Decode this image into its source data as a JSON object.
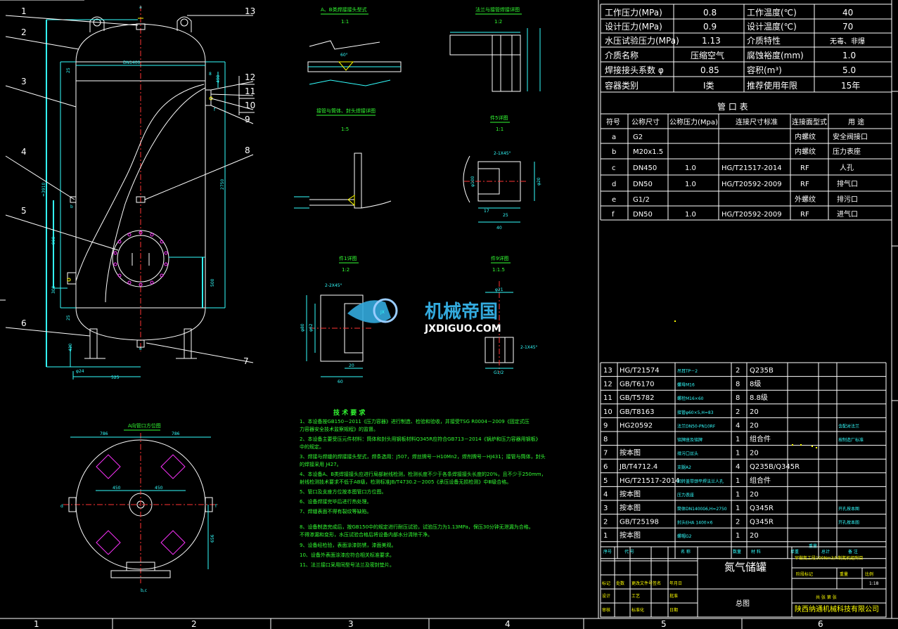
{
  "drawing": {
    "title": "氮气储罐",
    "subtitle": "总图",
    "company": "陕西纳通机械科技有限公司",
    "project": "罕做氮工段100Nm3/h制氮机组附目",
    "scale": "1:18",
    "watermark": {
      "cn": "机械帝国",
      "en": "JXDIGUO.COM"
    }
  },
  "border_numbers": [
    "1",
    "2",
    "3",
    "4",
    "5",
    "6"
  ],
  "main_view": {
    "callouts": [
      "1",
      "2",
      "3",
      "4",
      "5",
      "6",
      "7",
      "8",
      "9",
      "10",
      "11",
      "12",
      "13"
    ],
    "nozzle_letters": {
      "top": "a",
      "left": "b",
      "bottom": "e",
      "right": "f"
    },
    "dims": {
      "diameter": "DN1400",
      "total_height": "≈3910",
      "straight": "2750",
      "d900": "900",
      "d300": "300",
      "d25a": "25",
      "d25b": "25",
      "d490": "490",
      "d8": "8",
      "d500": "500",
      "d420": "420",
      "d24": "φ24",
      "d525": "525"
    }
  },
  "detail_views": [
    {
      "title": "A、B类焊接接头型式",
      "scale": "1:1",
      "note": "60°"
    },
    {
      "title": "法兰与接管焊接详图",
      "scale": "1:2"
    },
    {
      "title": "接管与筒体、封头焊接详图",
      "scale": "1:5"
    },
    {
      "title": "件5详图",
      "scale": "1:1",
      "note": "2-1X45°",
      "dims": [
        "17",
        "25",
        "40",
        "φ100",
        "φ20"
      ]
    },
    {
      "title": "件1详图",
      "scale": "1:2",
      "note": "2-2X45°",
      "dims": [
        "φ80",
        "φ62",
        "60",
        "20"
      ]
    },
    {
      "title": "件9详图",
      "scale": "1:1.5",
      "note": "2-1X45°",
      "dims": [
        "φ21",
        "G1/2"
      ]
    }
  ],
  "plan_view": {
    "title": "A向管口方位图",
    "dims": [
      "786",
      "786",
      "450",
      "450",
      "656"
    ],
    "labels": [
      "d",
      "f",
      "b,c"
    ]
  },
  "tech_requirements": {
    "title": "技 术 要 求",
    "items": [
      "1、本设备按GB150－2011《压力容器》进行制造、检验和验收，并接受TSG R0004－2009《固定式压",
      "力容器安全技术监察规程》的监督。",
      "2、本设备主要受压元件材料：筒体和封头用钢板材料Q345R应符合GB713－2014《锅炉和压力容器用钢板》",
      "中的规定。",
      "3、焊接与焊缝的焊接接头型式，焊条选用：J507，焊丝牌号－H10Mn2，焊剂牌号－HJ431；接管与筒体，封头",
      "的焊接采用 J427。",
      "4、本设备A、B类焊接接头应进行局部射线检测，检测长度不少于各条焊接接头长度的20%，且不少于250mm，",
      "射线检测技术要求不低于AB级，检测标准JB/T4730.2－2005《承压设备无损检测》中Ⅲ级合格。",
      "5、管口及支座方位按本图管口方位图。",
      "6、设备焊接完毕后进行热处理。",
      "7、焊缝表面不得有裂纹等缺陷。",
      "8、设备制造完成后，按GB150中的规定进行耐压试验，试验压力为1.13MPa，保压30分钟无泄漏为合格。",
      "不得渗漏和变形，水压试验合格后将设备内部水分清除干净。",
      "9、设备经检验，表面涂漆防锈，漆面美观。",
      "10、设备外表面涂漆应符合相关标准要求。",
      "11、法兰接口采用同型号法兰及密封垫片。"
    ]
  },
  "design_params": [
    [
      "工作压力(MPa)",
      "0.8",
      "工作温度(℃)",
      "40"
    ],
    [
      "设计压力(MPa)",
      "0.9",
      "设计温度(℃)",
      "70"
    ],
    [
      "水压试验压力(MPa)",
      "1.13",
      "介质特性",
      "无毒、非爆"
    ],
    [
      "介质名称",
      "压缩空气",
      "腐蚀裕度(mm)",
      "1.0"
    ],
    [
      "焊接接头系数 φ",
      "0.85",
      "容积(m³)",
      "5.0"
    ],
    [
      "容器类别",
      "Ⅰ类",
      "推荐使用年限",
      "15年"
    ]
  ],
  "nozzle_table": {
    "title": "管 口 表",
    "headers": [
      "符号",
      "公称尺寸",
      "公称压力(Mpa)",
      "连接尺寸标准",
      "连接面型式",
      "用 途"
    ],
    "rows": [
      [
        "a",
        "G2",
        "",
        "",
        "内螺纹",
        "安全阀接口"
      ],
      [
        "b",
        "M20x1.5",
        "",
        "",
        "内螺纹",
        "压力表座"
      ],
      [
        "c",
        "DN450",
        "1.0",
        "HG/T21517-2014",
        "RF",
        "人孔"
      ],
      [
        "d",
        "DN50",
        "1.0",
        "HG/T20592-2009",
        "RF",
        "排气口"
      ],
      [
        "e",
        "G1/2",
        "",
        "",
        "外螺纹",
        "排污口"
      ],
      [
        "f",
        "DN50",
        "1.0",
        "HG/T20592-2009",
        "RF",
        "进气口"
      ]
    ]
  },
  "parts_list": {
    "headers": [
      "序号",
      "代 号",
      "名 称",
      "数量",
      "材 料",
      "单重",
      "总计",
      "备 注"
    ],
    "weight_header": "重量",
    "rows": [
      [
        "13",
        "HG/T21574",
        "吊耳TP－2",
        "2",
        "Q235B",
        ""
      ],
      [
        "12",
        "GB/T6170",
        "螺母M16",
        "8",
        "8级",
        ""
      ],
      [
        "11",
        "GB/T5782",
        "螺栓M16×60",
        "8",
        "8.8级",
        ""
      ],
      [
        "10",
        "GB/T8163",
        "接管φ60×5,H=83",
        "2",
        "20",
        ""
      ],
      [
        "9",
        "HG20592",
        "法兰DN50-PN10RF",
        "4",
        "20",
        "含配对法兰"
      ],
      [
        "8",
        "",
        "铭牌座及铭牌",
        "1",
        "组合件",
        "按制造厂标准"
      ],
      [
        "7",
        "按本图",
        "排污口丝头",
        "1",
        "20",
        ""
      ],
      [
        "6",
        "JB/T4712.4",
        "支腿A2",
        "4",
        "Q235B/Q345R",
        ""
      ],
      [
        "5",
        "HG/T21517-2014",
        "回转盖带颈平焊法兰人孔",
        "1",
        "组合件",
        ""
      ],
      [
        "4",
        "按本图",
        "压力表座",
        "1",
        "20",
        ""
      ],
      [
        "3",
        "按本图",
        "筒体DN1400δ6,H=2750",
        "1",
        "Q345R",
        "开孔按本图"
      ],
      [
        "2",
        "GB/T25198",
        "封头EHA 1400×6",
        "2",
        "Q345R",
        "开孔按本图"
      ],
      [
        "1",
        "按本图",
        "螺帽G2",
        "1",
        "20",
        ""
      ]
    ]
  },
  "title_block": {
    "row_labels": [
      "标记",
      "处数",
      "更改文件号",
      "签名",
      "年月日"
    ],
    "left_labels": [
      "设计",
      "审核",
      "工艺",
      "标准化",
      "批准",
      "日期"
    ],
    "right_labels": [
      "阶段标记",
      "重量",
      "比例"
    ],
    "sheet": "共 张 第 张"
  }
}
